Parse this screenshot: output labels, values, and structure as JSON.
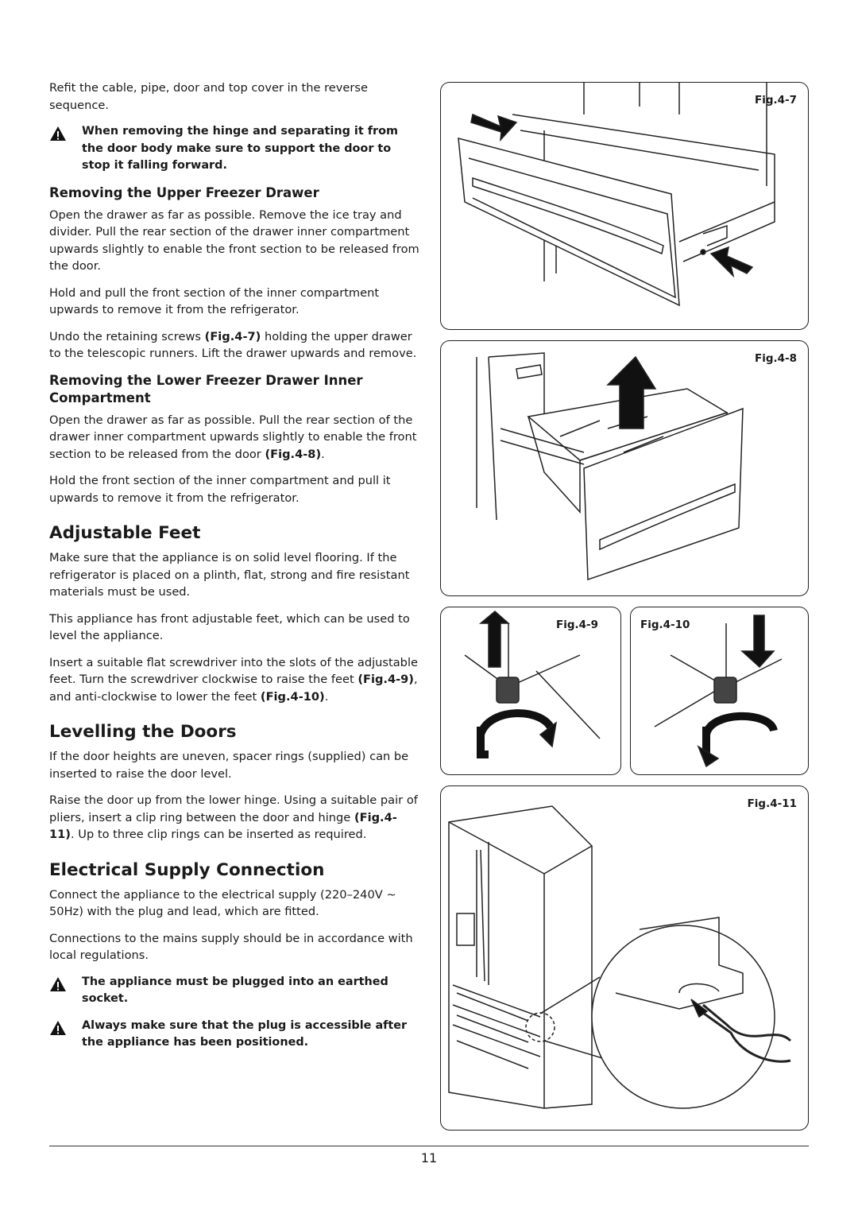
{
  "intro": {
    "refit": "Refit the cable, pipe, door and top cover in the reverse sequence.",
    "warning1": "When removing the hinge and separating it from the door body make sure to support the door to stop it falling forward."
  },
  "upper_drawer": {
    "heading": "Removing the Upper Freezer Drawer",
    "p1": "Open the drawer as far as possible. Remove the ice tray and divider. Pull the rear section of the drawer inner compartment upwards slightly to enable the front section to be released from the door.",
    "p2": "Hold and pull the front section of the inner compartment upwards to remove it from the refrigerator.",
    "p3_a": "Undo the retaining screws ",
    "p3_ref": "(Fig.4-7)",
    "p3_b": " holding the upper drawer to the telescopic runners. Lift the drawer upwards and remove."
  },
  "lower_drawer": {
    "heading": "Removing the Lower Freezer Drawer Inner Compartment",
    "p1_a": "Open the drawer as far as possible. Pull the rear section of the drawer inner compartment upwards slightly to enable the front section to be released from the door ",
    "p1_ref": "(Fig.4-8)",
    "p1_b": ".",
    "p2": "Hold the front section of the inner compartment and pull it upwards to remove it from the refrigerator."
  },
  "adjustable_feet": {
    "heading": "Adjustable Feet",
    "p1": "Make sure that the appliance is on solid level flooring. If the refrigerator is placed on a plinth, flat, strong and fire resistant materials must be used.",
    "p2": "This appliance has front adjustable feet, which can be used to level the appliance.",
    "p3_a": "Insert a suitable flat screwdriver into the slots of the adjustable feet. Turn the screwdriver clockwise to raise the feet ",
    "p3_ref1": "(Fig.4-9)",
    "p3_b": ", and anti-clockwise to lower the feet ",
    "p3_ref2": "(Fig.4-10)",
    "p3_c": "."
  },
  "levelling": {
    "heading": "Levelling the Doors",
    "p1": "If the door heights are uneven, spacer rings (supplied) can be inserted to raise the door level.",
    "p2_a": "Raise the door up from the lower hinge. Using a suitable pair of pliers, insert a clip ring between the door and hinge ",
    "p2_ref": "(Fig.4-11)",
    "p2_b": ". Up to three clip rings can be inserted as required."
  },
  "electrical": {
    "heading": "Electrical Supply Connection",
    "p1": "Connect the appliance to the electrical supply (220–240V ~ 50Hz) with the plug and lead, which are fitted.",
    "p2": "Connections to the mains supply should be in accordance with local regulations.",
    "warning1": "The appliance must be plugged into an earthed socket.",
    "warning2": "Always make sure that the plug is accessible after the appliance has been positioned."
  },
  "figures": {
    "fig7": "Fig.4-7",
    "fig8": "Fig.4-8",
    "fig9": "Fig.4-9",
    "fig10": "Fig.4-10",
    "fig11": "Fig.4-11"
  },
  "page_number": "11",
  "colors": {
    "text": "#1a1a1a",
    "line": "#222222",
    "background": "#ffffff"
  },
  "icons": [
    "warning-triangle-icon"
  ]
}
